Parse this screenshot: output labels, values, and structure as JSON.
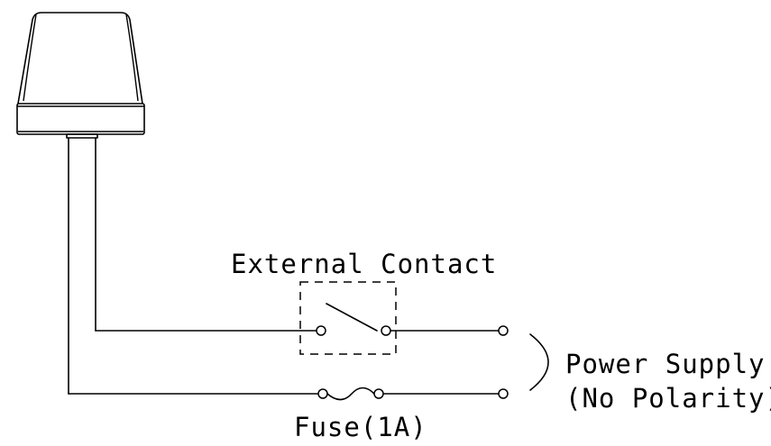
{
  "labels": {
    "external_contact": "External Contact",
    "power_supply": "Power Supply",
    "no_polarity": "(No Polarity)",
    "fuse": "Fuse(1A)"
  },
  "components": {
    "lamp": "signal-lamp-icon",
    "switch": "switch-icon",
    "fuse": "fuse-icon"
  },
  "colors": {
    "line": "#000000",
    "background": "#ffffff"
  }
}
